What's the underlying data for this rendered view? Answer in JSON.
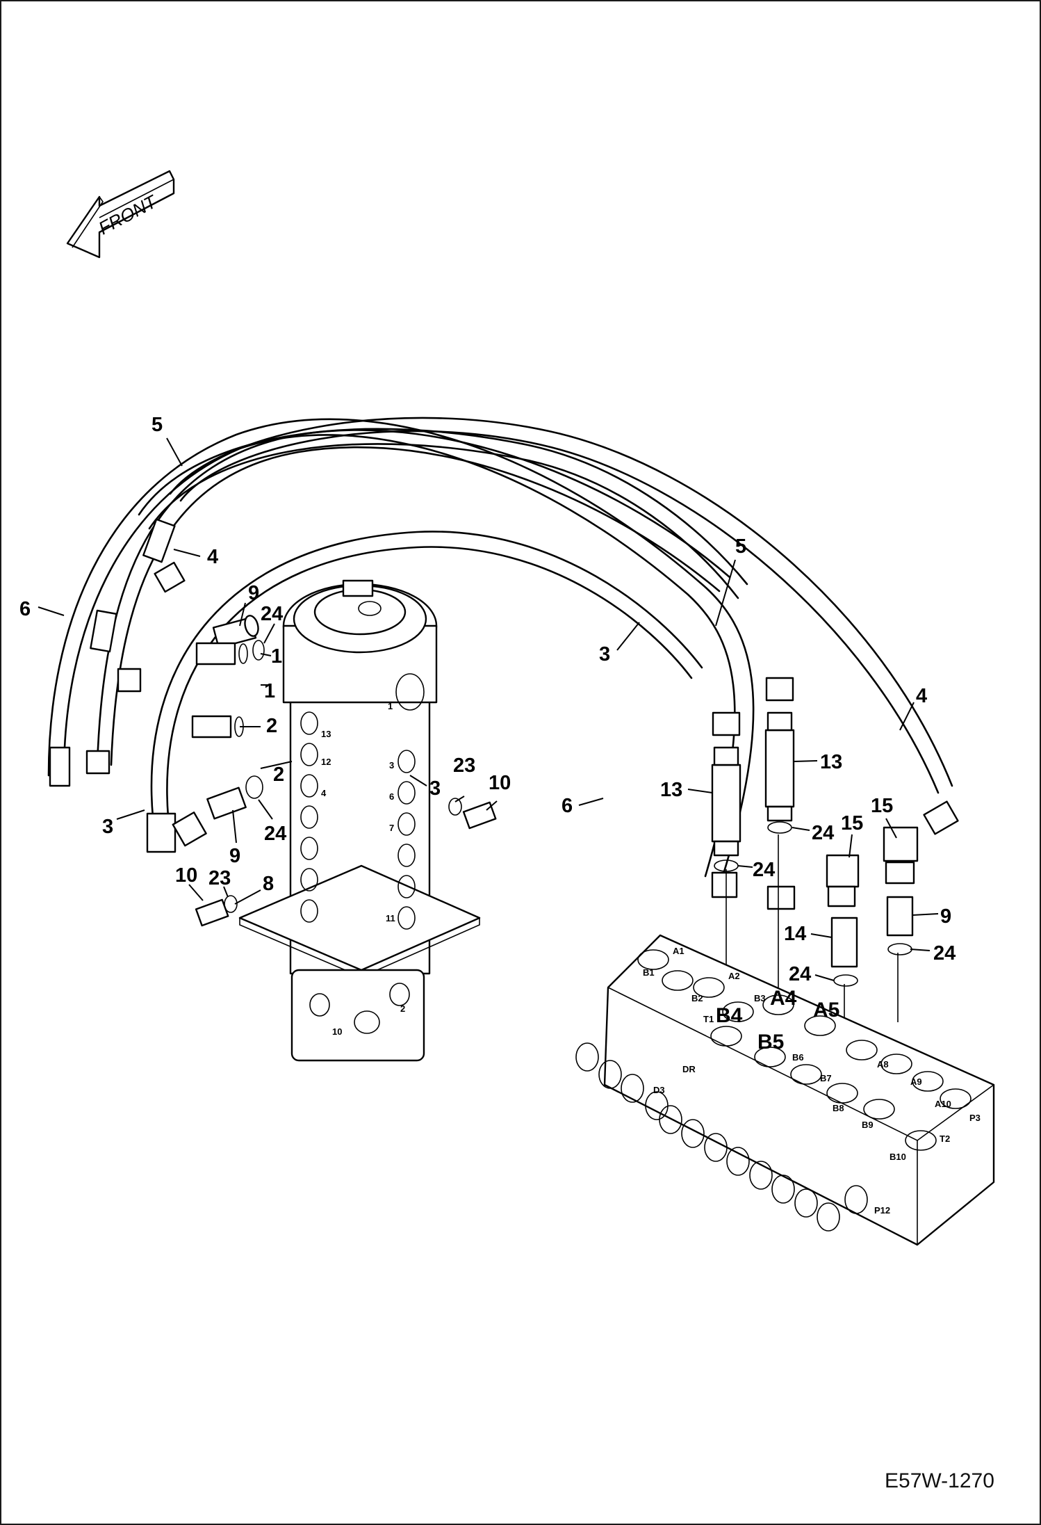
{
  "drawing": {
    "direction_label": "FRONT",
    "figure_code": "E57W-1270",
    "colors": {
      "line": "#000000",
      "background": "#ffffff"
    }
  },
  "callouts": {
    "c5_left": "5",
    "c4_left": "4",
    "c6_left": "6",
    "c9_top": "9",
    "c24_top": "24",
    "c1_a": "1",
    "c1_b": "1",
    "c2_a": "2",
    "c2_b": "2",
    "c3_left": "3",
    "c9_mid": "9",
    "c24_mid": "24",
    "c10_left": "10",
    "c23_left": "23",
    "c8": "8",
    "c3_body": "3",
    "c23_right": "23",
    "c10_right": "10",
    "c5_right": "5",
    "c3_right": "3",
    "c4_right": "4",
    "c13_left": "13",
    "c13_right": "13",
    "c6_right": "6",
    "c24_a": "24",
    "c24_b": "24",
    "c15_a": "15",
    "c15_b": "15",
    "c9_right": "9",
    "c14": "14",
    "c24_c": "24",
    "c24_d": "24"
  },
  "ports": {
    "labels": [
      "A4",
      "A5",
      "B4",
      "B5"
    ],
    "valve_marks": [
      "A1",
      "B1",
      "A2",
      "B2",
      "T1",
      "B3",
      "B6",
      "B7",
      "B8",
      "B9",
      "B10",
      "A8",
      "A9",
      "A10",
      "P3",
      "T2",
      "P12",
      "DR",
      "D3"
    ],
    "swivel_marks": [
      "13",
      "12",
      "4",
      "3",
      "6",
      "7",
      "11",
      "10",
      "1",
      "2"
    ]
  }
}
